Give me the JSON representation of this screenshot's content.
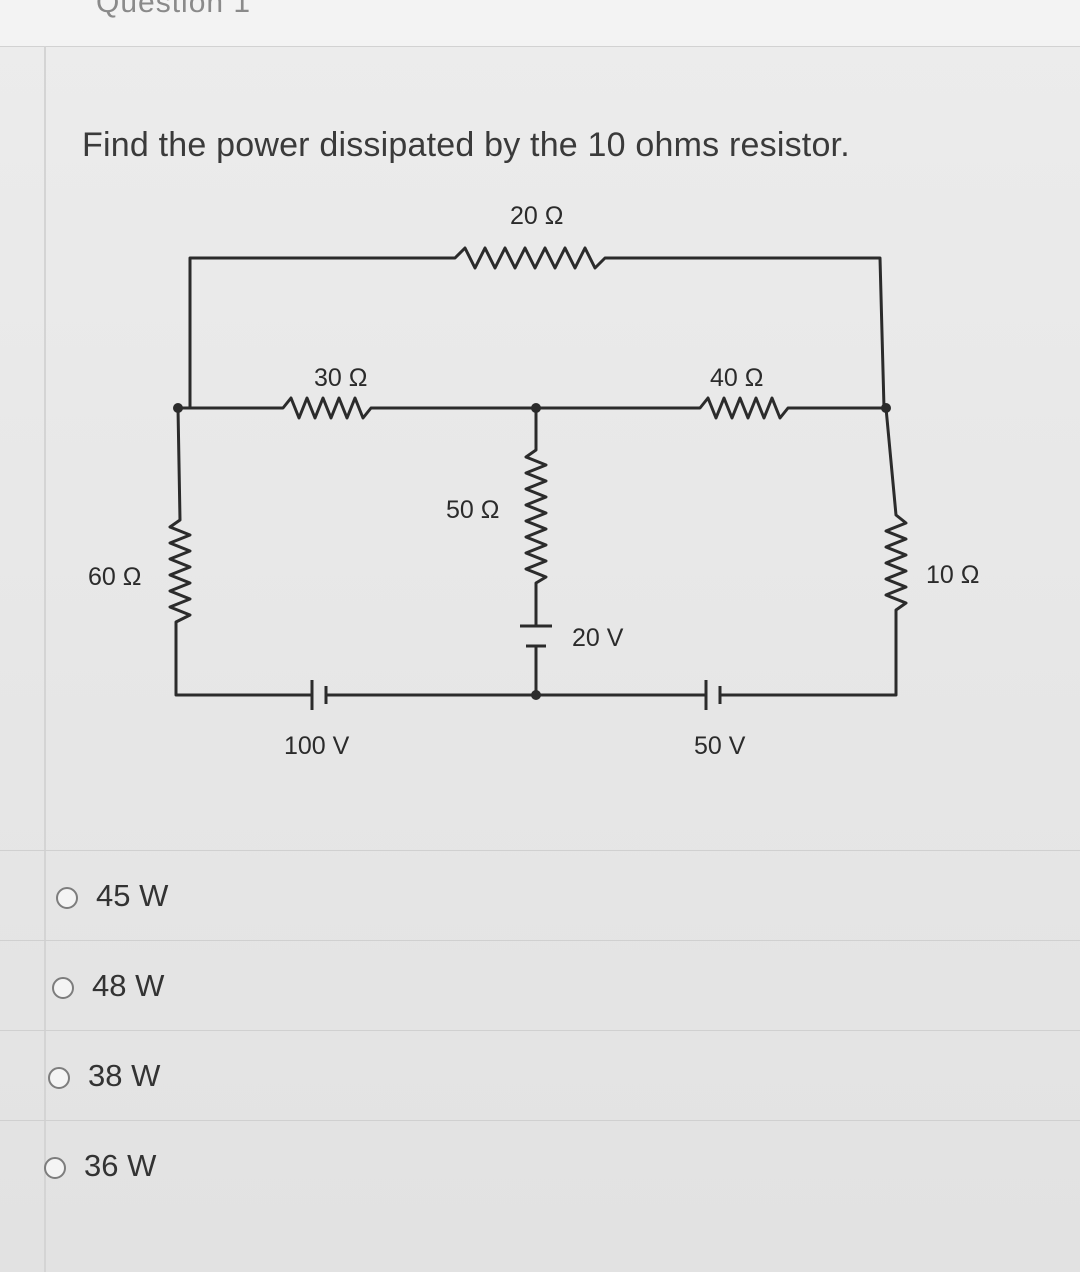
{
  "header": {
    "title": "Question 1"
  },
  "question": {
    "text": "Find the power dissipated by the 10 ohms resistor."
  },
  "circuit": {
    "labels": {
      "r20": "20 Ω",
      "r30": "30 Ω",
      "r40": "40 Ω",
      "r50": "50 Ω",
      "r60": "60 Ω",
      "r10": "10 Ω",
      "v20": "20 V",
      "v100": "100 V",
      "v50": "50 V"
    }
  },
  "options": [
    {
      "label": "45 W"
    },
    {
      "label": "48 W"
    },
    {
      "label": "38 W"
    },
    {
      "label": "36 W"
    }
  ]
}
